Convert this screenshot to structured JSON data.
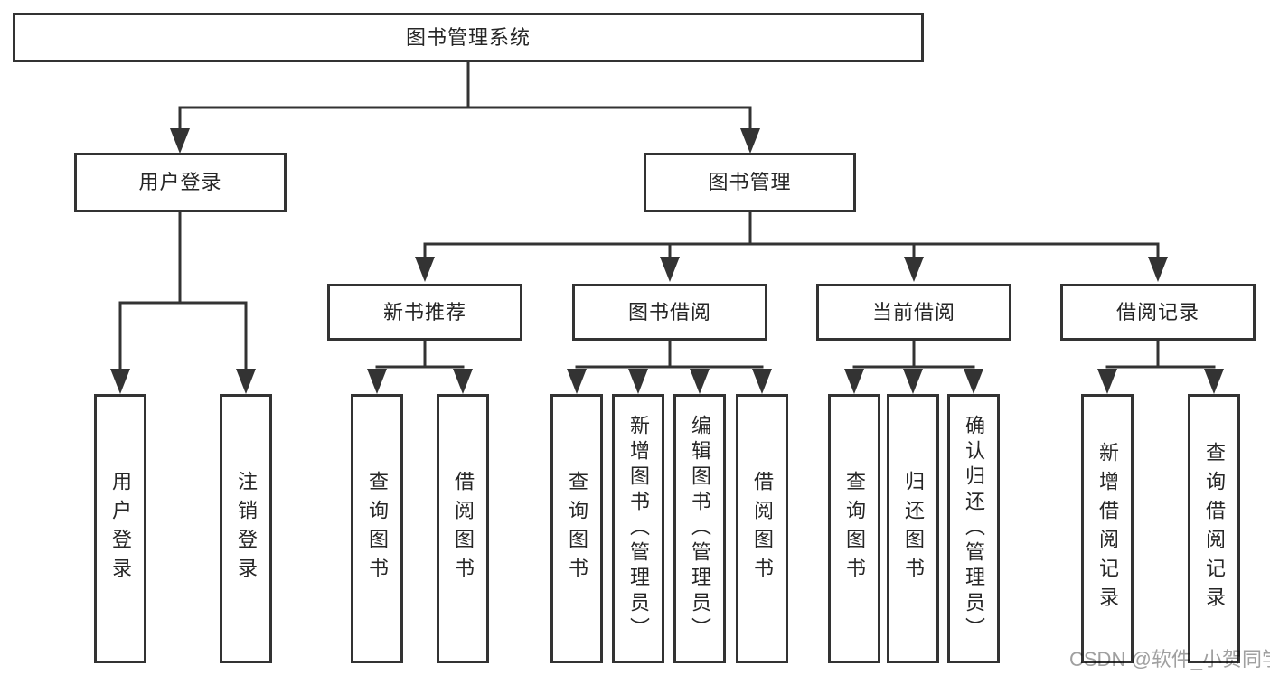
{
  "colors": {
    "background": "#ffffff",
    "line": "#333333",
    "box_border": "#333333",
    "text": "#262626",
    "watermark": "#a0a0a0"
  },
  "watermark": {
    "text": "CSDN @软件_小贺同学"
  },
  "tree": {
    "label": "图书管理系统",
    "children": [
      {
        "label": "用户登录",
        "children": [
          {
            "label": "用户登录"
          },
          {
            "label": "注销登录"
          }
        ]
      },
      {
        "label": "图书管理",
        "children": [
          {
            "label": "新书推荐",
            "children": [
              {
                "label": "查询图书"
              },
              {
                "label": "借阅图书"
              }
            ]
          },
          {
            "label": "图书借阅",
            "children": [
              {
                "label": "查询图书"
              },
              {
                "label": "新增图书（管理员）"
              },
              {
                "label": "编辑图书（管理员）"
              },
              {
                "label": "借阅图书"
              }
            ]
          },
          {
            "label": "当前借阅",
            "children": [
              {
                "label": "查询图书"
              },
              {
                "label": "归还图书"
              },
              {
                "label": "确认归还（管理员）"
              }
            ]
          },
          {
            "label": "借阅记录",
            "children": [
              {
                "label": "新增借阅记录"
              },
              {
                "label": "查询借阅记录"
              }
            ]
          }
        ]
      }
    ]
  }
}
